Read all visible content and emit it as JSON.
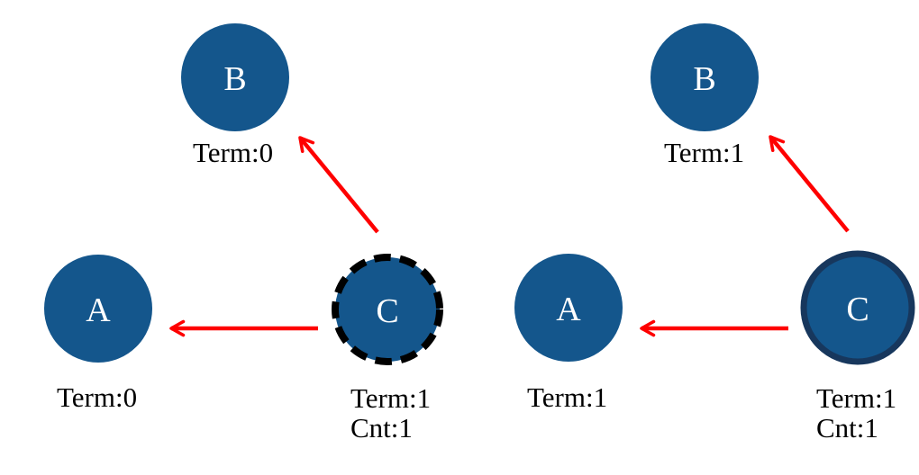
{
  "colors": {
    "node_fill": "#14568C",
    "node_letter_text": "#FFFFFF",
    "label_text": "#000000",
    "arrow": "#FE0000",
    "dashed_outline": "#000000",
    "solid_outline": "#17375D",
    "background": "#FFFFFF"
  },
  "left_diagram": {
    "node_a": {
      "letter": "A",
      "label": "Term:0"
    },
    "node_b": {
      "letter": "B",
      "label": "Term:0"
    },
    "node_c": {
      "letter": "C",
      "label_line1": "Term:1",
      "label_line2": "Cnt:1",
      "outline_style": "dashed-black"
    },
    "edges": [
      {
        "from": "C",
        "to": "A"
      },
      {
        "from": "C",
        "to": "B"
      }
    ]
  },
  "right_diagram": {
    "node_a": {
      "letter": "A",
      "label": "Term:1"
    },
    "node_b": {
      "letter": "B",
      "label": "Term:1"
    },
    "node_c": {
      "letter": "C",
      "label_line1": "Term:1",
      "label_line2": "Cnt:1",
      "outline_style": "solid-darkblue"
    },
    "edges": [
      {
        "from": "C",
        "to": "A"
      },
      {
        "from": "C",
        "to": "B"
      }
    ]
  }
}
